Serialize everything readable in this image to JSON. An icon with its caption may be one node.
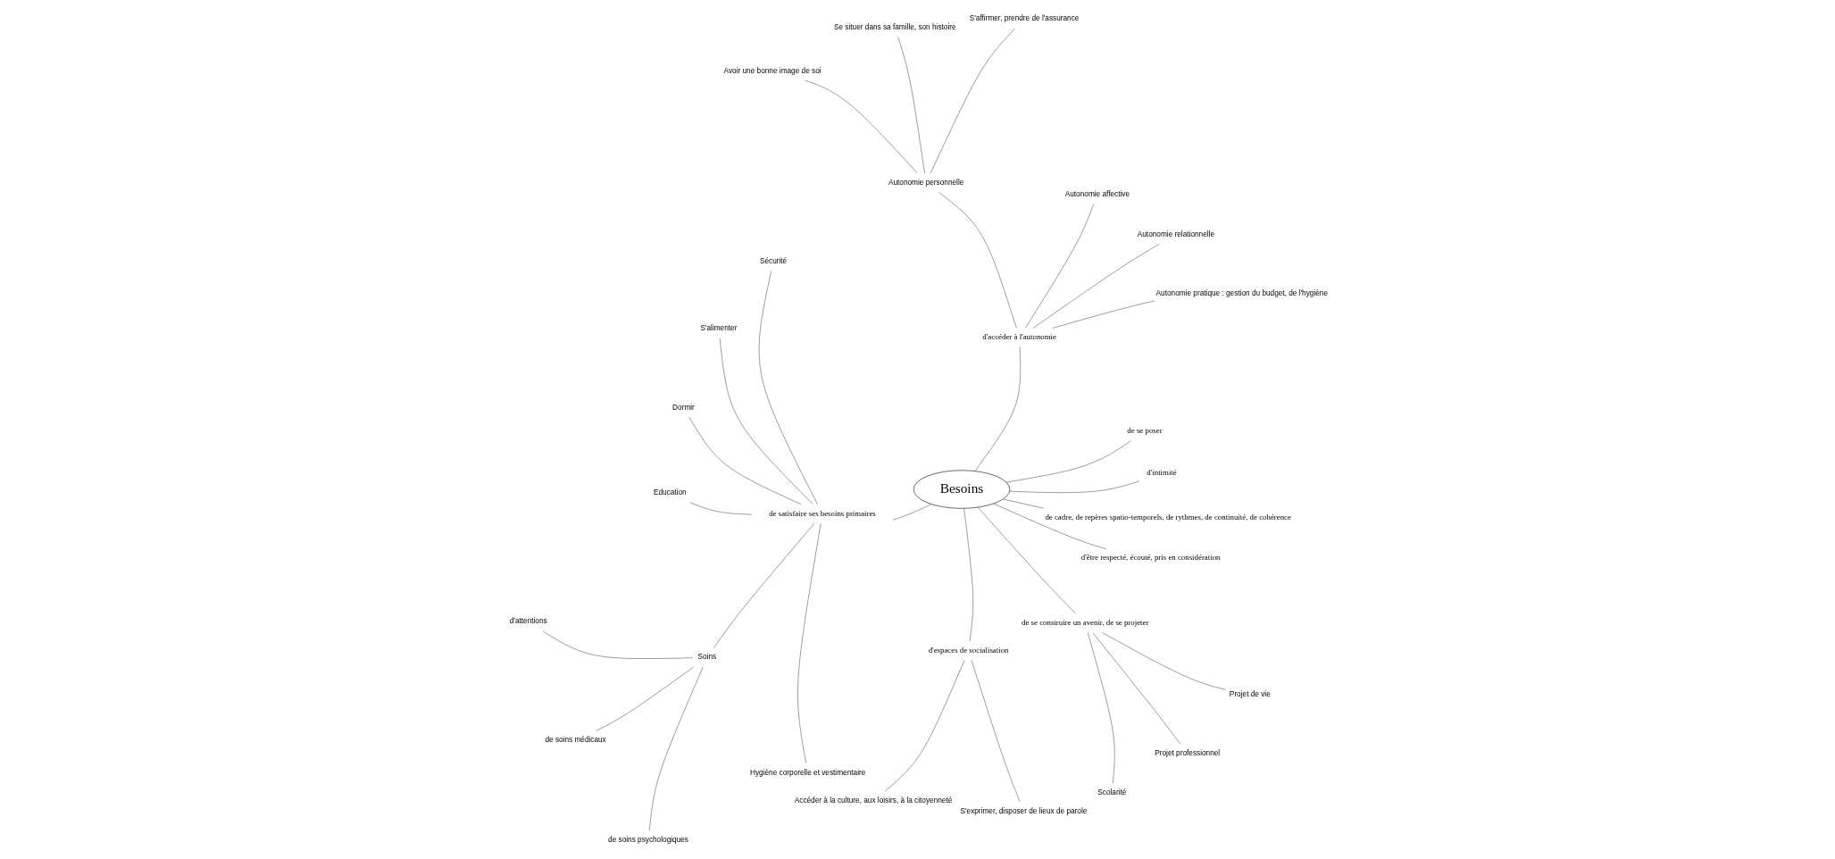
{
  "diagram": {
    "nodes": [
      {
        "text": [
          "Besoins"
        ]
      },
      {
        "text": [
          "d'intimité"
        ]
      },
      {
        "text": [
          "de se poser"
        ]
      },
      {
        "text": [
          "d'accéder à l'autonomie"
        ]
      },
      {
        "text": [
          "Autonomie pratique : gestion du budget, de l'hygiène"
        ]
      },
      {
        "text": [
          "Autonomie relationnelle"
        ]
      },
      {
        "text": [
          "Autonomie affective"
        ]
      },
      {
        "text": [
          "Autonomie personnelle"
        ]
      },
      {
        "text": [
          "S'affirmer, prendre de l'assurance"
        ]
      },
      {
        "text": [
          "Se situer dans sa famille, son histoire"
        ]
      },
      {
        "text": [
          "Avoir une bonne image de soi"
        ]
      },
      {
        "text": [
          "de satisfaire ses besoins primaires"
        ]
      },
      {
        "text": [
          "Sécurité"
        ]
      },
      {
        "text": [
          "S'alimenter"
        ]
      },
      {
        "text": [
          "Dormir"
        ]
      },
      {
        "text": [
          "Education"
        ]
      },
      {
        "text": [
          "Soins"
        ]
      },
      {
        "text": [
          "d'attentions"
        ]
      },
      {
        "text": [
          "de soins médicaux"
        ]
      },
      {
        "text": [
          "de soins psychologiques"
        ]
      },
      {
        "text": [
          "Hygiène corporelle et vestimentaire"
        ]
      },
      {
        "text": [
          "d'espaces de socialisation"
        ]
      },
      {
        "text": [
          "Accéder à la culture, aux loisirs, à la citoyenneté"
        ]
      },
      {
        "text": [
          "S'exprimer, disposer de lieux de parole"
        ]
      },
      {
        "text": [
          "de se construire un avenir, de se projeter"
        ]
      },
      {
        "text": [
          "Scolarité"
        ]
      },
      {
        "text": [
          "Projet professionnel"
        ]
      },
      {
        "text": [
          "Projet de vie"
        ]
      },
      {
        "text": [
          "d'être respecté, écouté, pris en considération"
        ]
      },
      {
        "text": [
          "de cadre, de repères spatio-temporels, de rythmes, de continuité, de cohérence"
        ]
      }
    ],
    "edges": [
      {
        "from": 0,
        "to": 1,
        "arrow": "none"
      },
      {
        "from": 0,
        "to": 2,
        "arrow": "none"
      },
      {
        "from": 0,
        "to": 3,
        "arrow": "none"
      },
      {
        "from": 3,
        "to": 4,
        "arrow": "none"
      },
      {
        "from": 3,
        "to": 5,
        "arrow": "none"
      },
      {
        "from": 3,
        "to": 6,
        "arrow": "none"
      },
      {
        "from": 3,
        "to": 7,
        "arrow": "none"
      },
      {
        "from": 7,
        "to": 8,
        "arrow": "none"
      },
      {
        "from": 7,
        "to": 9,
        "arrow": "none"
      },
      {
        "from": 7,
        "to": 10,
        "arrow": "none"
      },
      {
        "from": 0,
        "to": 11,
        "arrow": "none"
      },
      {
        "from": 11,
        "to": 12,
        "arrow": "none"
      },
      {
        "from": 11,
        "to": 13,
        "arrow": "none"
      },
      {
        "from": 11,
        "to": 14,
        "arrow": "none"
      },
      {
        "from": 11,
        "to": 15,
        "arrow": "none"
      },
      {
        "from": 11,
        "to": 16,
        "arrow": "none"
      },
      {
        "from": 16,
        "to": 17,
        "arrow": "none"
      },
      {
        "from": 16,
        "to": 18,
        "arrow": "none"
      },
      {
        "from": 16,
        "to": 19,
        "arrow": "none"
      },
      {
        "from": 11,
        "to": 20,
        "arrow": "none"
      },
      {
        "from": 0,
        "to": 21,
        "arrow": "none"
      },
      {
        "from": 21,
        "to": 22,
        "arrow": "none"
      },
      {
        "from": 21,
        "to": 23,
        "arrow": "none"
      },
      {
        "from": 0,
        "to": 24,
        "arrow": "none"
      },
      {
        "from": 24,
        "to": 25,
        "arrow": "none"
      },
      {
        "from": 24,
        "to": 26,
        "arrow": "none"
      },
      {
        "from": 24,
        "to": 27,
        "arrow": "none"
      },
      {
        "from": 0,
        "to": 28,
        "arrow": "none"
      },
      {
        "from": 0,
        "to": 29,
        "arrow": "none"
      }
    ]
  }
}
